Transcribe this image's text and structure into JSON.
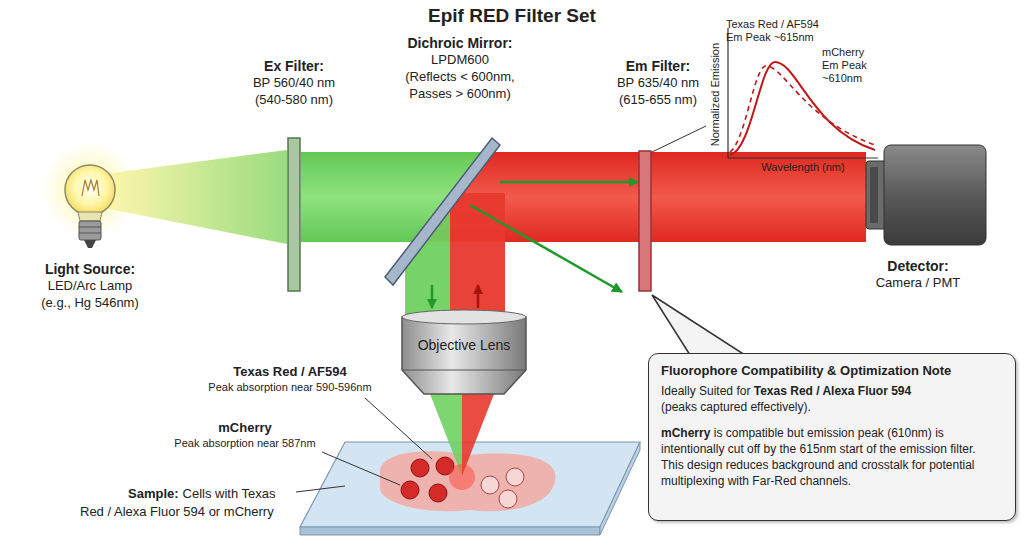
{
  "diagram": {
    "title": "Epif RED Filter Set",
    "nodes": [
      {
        "text": [
          "Light Source:",
          "LED/Arc Lamp",
          "(e.g., Hg 546nm)"
        ]
      },
      {
        "text": [
          "Ex Filter:",
          "BP 560/40 nm",
          "(540-580 nm)"
        ]
      },
      {
        "text": [
          "Dichroic Mirror:",
          "LPDM600",
          "(Reflects < 600nm, Passes > 600nm)"
        ]
      },
      {
        "text": [
          "Em Filter:",
          "BP 635/40 nm",
          "(615-655 nm)"
        ]
      },
      {
        "text": [
          "Detector:",
          "Camera / PMT"
        ]
      },
      {
        "text": [
          "Objective Lens"
        ]
      },
      {
        "text": [
          "Fluorophore Compatibility & Optimization Note",
          "Ideally Suited for",
          "Texas Red / Alexa Fluor 594",
          "(peaks captured effectively).",
          "mCherry",
          "is compatible but emission peak (610nm) is intentionally cut off by the 615nm start of the emission filter.",
          "This design reduces background and crosstalk for potential multiplexing with Far-Red channels."
        ]
      }
    ],
    "edges": [
      {
        "from": 2,
        "to": 5,
        "arrow": "to"
      },
      {
        "from": 5,
        "to": 2,
        "arrow": "to"
      },
      {
        "from": 2,
        "to": 3,
        "arrow": "to"
      }
    ],
    "labels": [
      "Texas Red / AF594",
      "Em Peak ~615nm",
      "mCherry",
      "Em Peak",
      "~610nm",
      "Normalized Emission",
      "Wavelength (nm)",
      "Texas Red / AF594",
      "Peak absorption near 590-596nm",
      "mCherry",
      "Peak absorption near 587nm",
      "Sample:",
      "Cells with Texas",
      "Red / Alexa Fluor 594 or mCherry"
    ]
  }
}
